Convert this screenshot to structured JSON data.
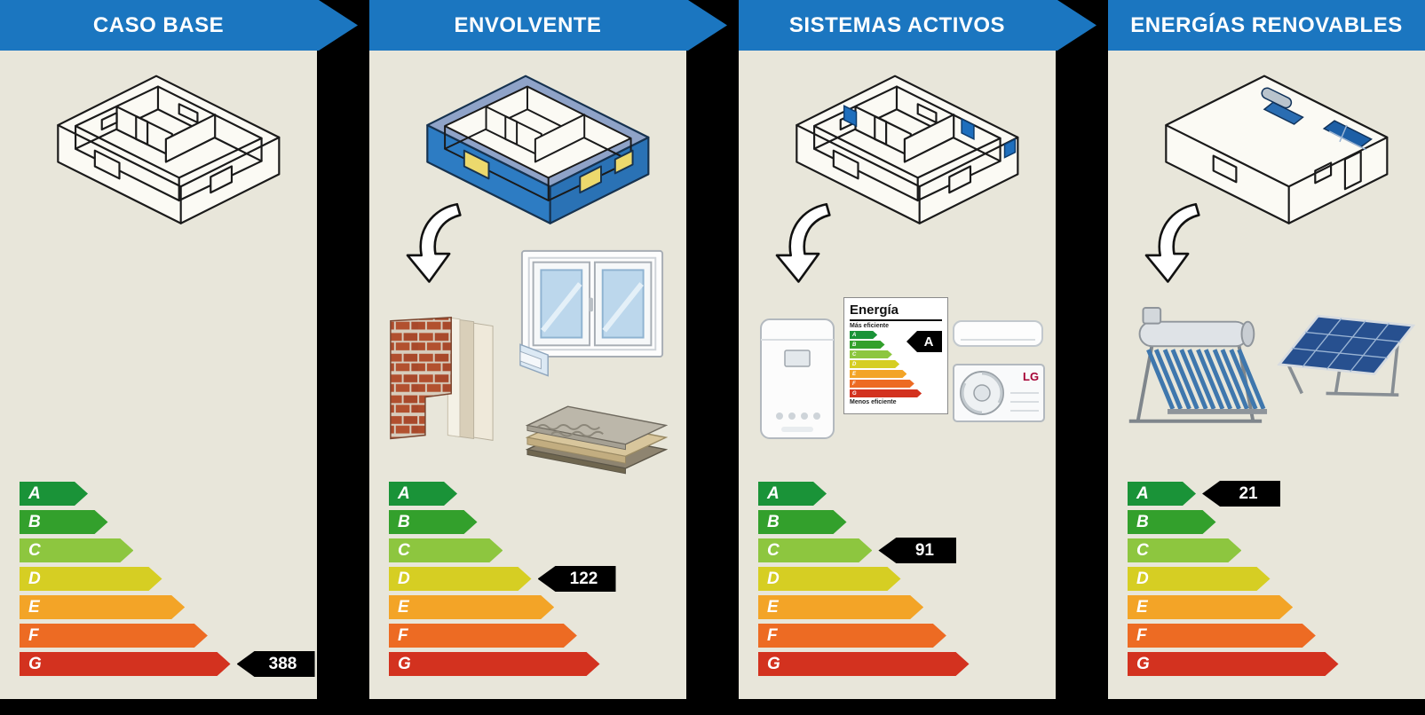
{
  "colors": {
    "background": "#000000",
    "panel_bg": "#e8e6da",
    "header_bg": "#1b76c0",
    "header_text": "#ffffff",
    "badge_bg": "#000000",
    "badge_text": "#ffffff"
  },
  "panels": [
    {
      "title": "CASO BASE",
      "rating_row": "G",
      "value": "388"
    },
    {
      "title": "ENVOLVENTE",
      "rating_row": "D",
      "value": "122"
    },
    {
      "title": "SISTEMAS ACTIVOS",
      "rating_row": "C",
      "value": "91"
    },
    {
      "title": "ENERGÍAS RENOVABLES",
      "rating_row": "A",
      "value": "21"
    }
  ],
  "energy_scale": {
    "bands": [
      {
        "label": "A",
        "color": "#1a9338",
        "width_pct": 24
      },
      {
        "label": "B",
        "color": "#33a02c",
        "width_pct": 31
      },
      {
        "label": "C",
        "color": "#8dc63f",
        "width_pct": 40
      },
      {
        "label": "D",
        "color": "#d6ce23",
        "width_pct": 50
      },
      {
        "label": "E",
        "color": "#f3a427",
        "width_pct": 58
      },
      {
        "label": "F",
        "color": "#ed6b23",
        "width_pct": 66
      },
      {
        "label": "G",
        "color": "#d3321f",
        "width_pct": 74
      }
    ]
  },
  "energy_label_card": {
    "title": "Energía",
    "top_text": "Más eficiente",
    "bottom_text": "Menos eficiente",
    "rating": "A"
  },
  "ac_brand": "LG"
}
